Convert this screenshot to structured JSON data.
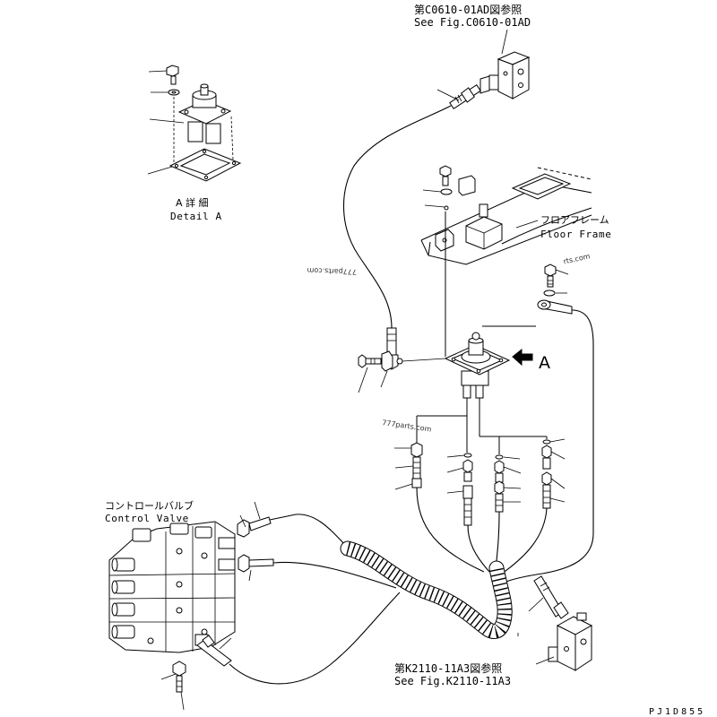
{
  "references": {
    "top": {
      "jp": "第C0610-01AD図参照",
      "en": "See Fig.C0610-01AD"
    },
    "bottom": {
      "jp": "第K2110-11A3図参照",
      "en": "See Fig.K2110-11A3"
    }
  },
  "labels": {
    "detail_a": {
      "jp": "A 詳 細",
      "en": "Detail A"
    },
    "floor_frame": {
      "jp": "フロアフレーム",
      "en": "Floor Frame"
    },
    "control_valve": {
      "jp": "コントロールバルブ",
      "en": "Control Valve"
    },
    "view_marker": "A"
  },
  "drawing_number": "PJ1D855",
  "watermarks": [
    "rts.com",
    "777parts.com",
    "777parts.com"
  ],
  "icons": {
    "view_arrow": "arrow-left-icon"
  },
  "colors": {
    "ink": "#000000",
    "paper": "#ffffff",
    "watermark": "#333333"
  }
}
